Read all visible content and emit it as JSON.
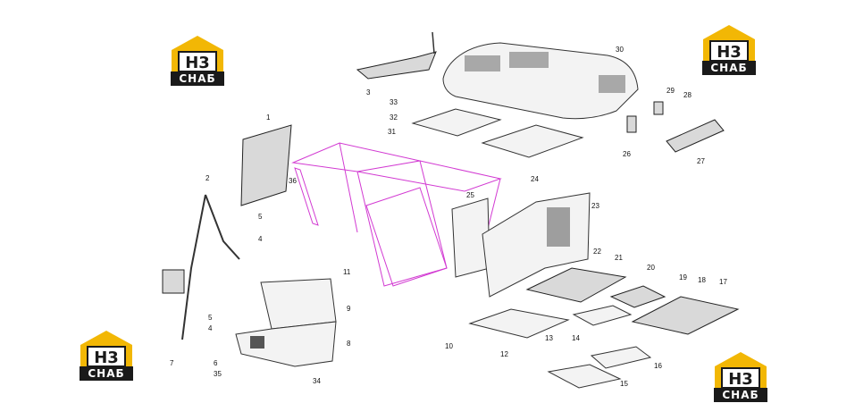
{
  "logo": {
    "mark": "H3",
    "word": "СНАБ",
    "color": "#f2b705"
  },
  "colors": {
    "frame": "#d23ad2",
    "callout": "#111111"
  },
  "callouts": [
    "1",
    "2",
    "3",
    "4",
    "5",
    "6",
    "7",
    "8",
    "9",
    "10",
    "11",
    "12",
    "13",
    "14",
    "15",
    "16",
    "17",
    "18",
    "19",
    "20",
    "21",
    "22",
    "23",
    "24",
    "25",
    "26",
    "27",
    "28",
    "29",
    "30",
    "31",
    "32",
    "33",
    "34",
    "35",
    "36"
  ],
  "callouts_extra": [
    "4",
    "5"
  ]
}
